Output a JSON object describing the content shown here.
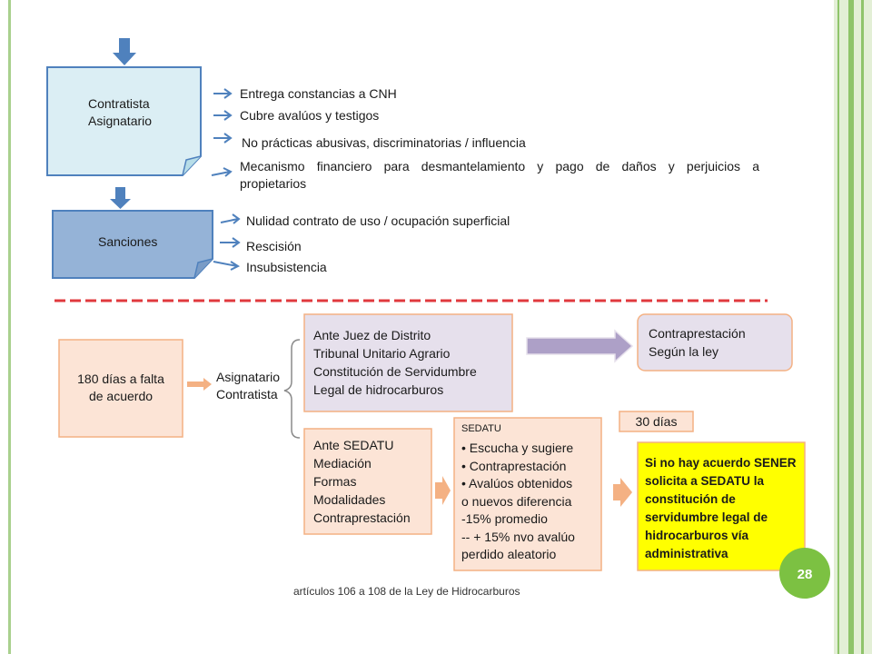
{
  "top_flow": {
    "box1_lines": [
      "Contratista",
      "Asignatario"
    ],
    "box1_items": [
      "Entrega constancias a CNH",
      "Cubre  avalúos y testigos",
      "No prácticas abusivas, discriminatorias / influencia",
      "Mecanismo financiero para desmantelamiento y pago de daños y perjuicios a",
      "propietarios"
    ],
    "box2_label": "Sanciones",
    "box2_items": [
      "Nulidad contrato de uso / ocupación superficial",
      "Rescisión",
      "Insubsistencia"
    ]
  },
  "bottom_flow": {
    "start_lines": [
      "180 días a falta",
      "de  acuerdo"
    ],
    "party_lines": [
      "Asignatario",
      "Contratista"
    ],
    "judge_lines": [
      "Ante Juez de Distrito",
      "Tribunal Unitario Agrario",
      "Constitución de Servidumbre",
      "Legal de hidrocarburos"
    ],
    "result_lines": [
      "Contraprestación",
      "Según la ley"
    ],
    "sedatu_lines": [
      "Ante SEDATU",
      "Mediación",
      "Formas",
      "Modalidades",
      "Contraprestación"
    ],
    "sedatu_detail_title": "SEDATU",
    "sedatu_detail_lines": [
      "• Escucha y sugiere",
      "• Contraprestación",
      "• Avalúos obtenidos",
      "o nuevos diferencia",
      "-15% promedio",
      "-- + 15% nvo avalúo",
      "perdido aleatorio"
    ],
    "days_label": "30 días",
    "sener_lines": [
      "Si no hay acuerdo SENER",
      "solicita a SEDATU la",
      "constitución de",
      "servidumbre legal de",
      "hidrocarburos vía",
      "administrativa"
    ]
  },
  "footer": "artículos 106  a 108  de la Ley de Hidrocarburos",
  "page_number": "28",
  "colors": {
    "light_blue": "#dbeef4",
    "mid_blue": "#95b3d7",
    "lavender": "#e6e0ec",
    "peach": "#fce4d6",
    "yellow": "#ffff00",
    "dashed_red": "#e0393e",
    "arrow_blue": "#4f81bd",
    "arrow_orange": "#f4b183",
    "accent_green": "#7cc142"
  }
}
